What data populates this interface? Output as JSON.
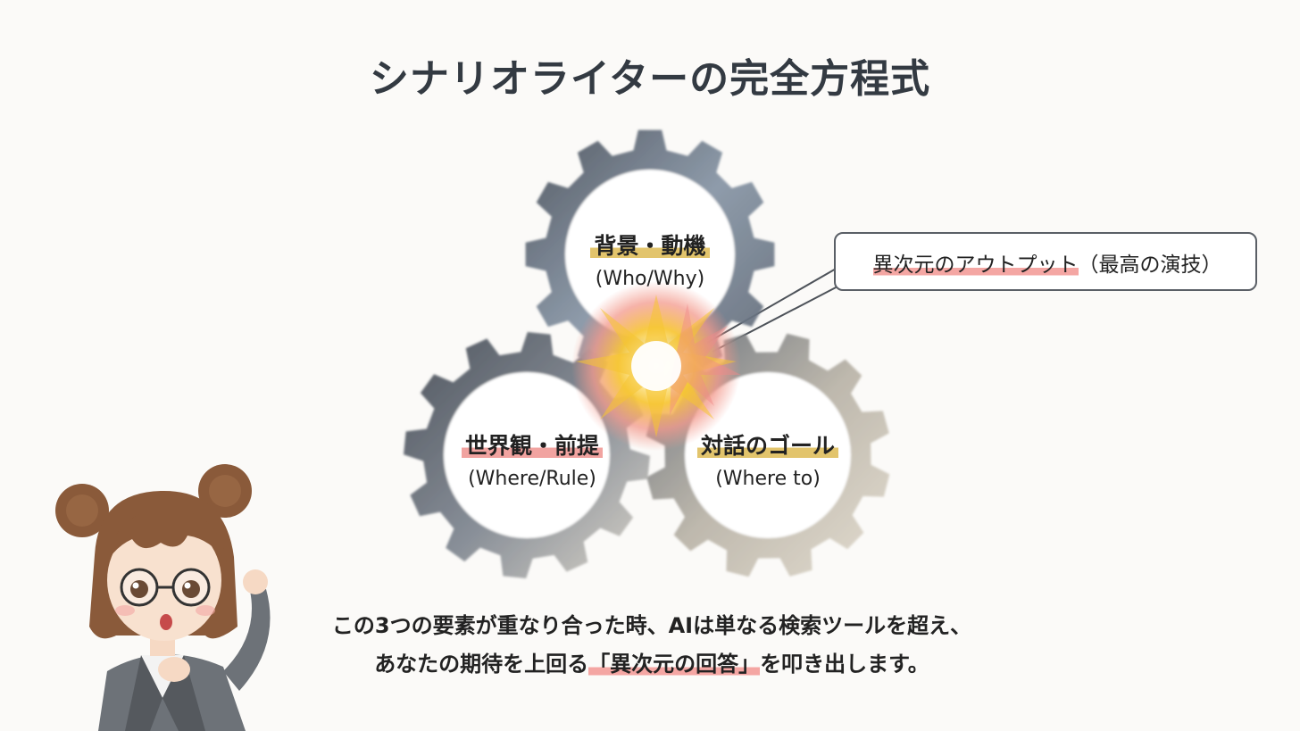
{
  "title": "シナリオライターの完全方程式",
  "gears": [
    {
      "label": "背景・動機",
      "sub": "(Who/Why)",
      "highlight": "#e2c46c"
    },
    {
      "label": "世界観・前提",
      "sub": "(Where/Rule)",
      "highlight": "#f1a3a0"
    },
    {
      "label": "対話のゴール",
      "sub": "(Where to)",
      "highlight": "#e2c46c"
    }
  ],
  "callout": {
    "highlight_text": "異次元のアウトプット",
    "rest_text": "（最高の演技）"
  },
  "caption": {
    "line1": "この3つの要素が重なり合った時、AIは単なる検索ツールを超え、",
    "line2_before": "あなたの期待を上回る",
    "line2_highlight": "「異次元の回答」",
    "line2_after": "を叩き出します。"
  },
  "colors": {
    "title": "#333a42",
    "gear_dark": "#4d5560",
    "gear_light": "#d6d0c4",
    "burst_yellow": "#f5c431",
    "burst_pink": "#f08a8a"
  }
}
